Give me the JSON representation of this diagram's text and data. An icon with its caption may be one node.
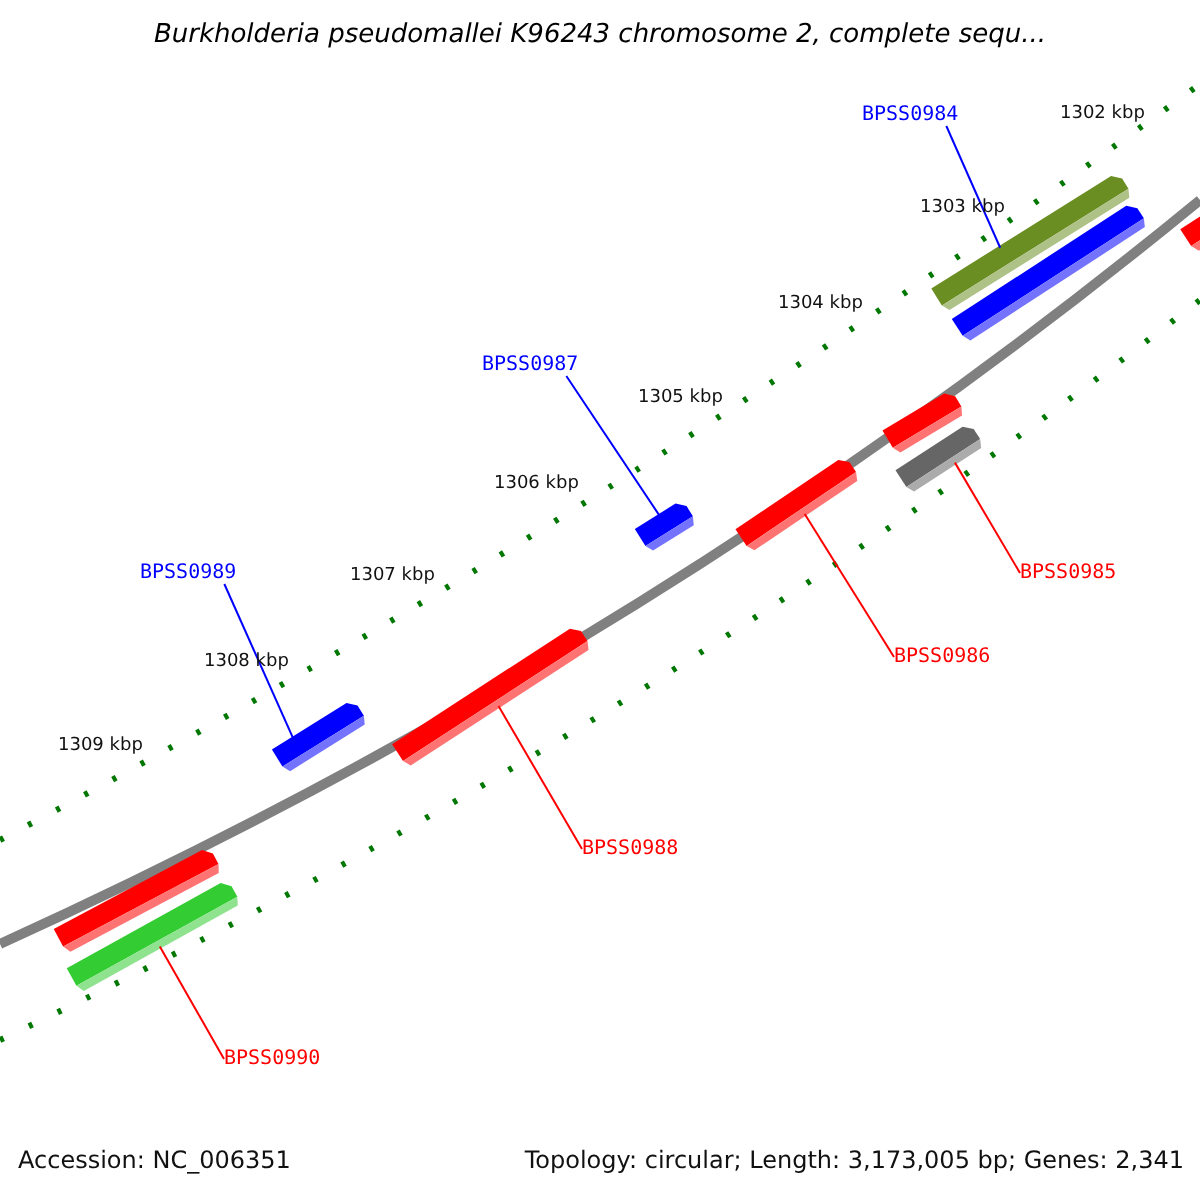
{
  "diagram": {
    "title": "Burkholderia pseudomallei K96243 chromosome 2, complete sequ...",
    "nodes": [
      {
        "text": [
          "BPSS0984"
        ]
      },
      {
        "text": [],
        "shape": "bar"
      },
      {
        "text": [],
        "shape": "bar"
      },
      {
        "text": [],
        "shape": "bar"
      },
      {
        "text": [
          "BPSS0987"
        ]
      },
      {
        "text": [],
        "shape": "bar"
      },
      {
        "text": [],
        "shape": "bar"
      },
      {
        "text": [],
        "shape": "bar"
      },
      {
        "text": [],
        "shape": "bar"
      },
      {
        "text": [
          "BPSS0985"
        ]
      },
      {
        "text": [
          "BPSS0989"
        ]
      },
      {
        "text": [
          "BPSS0986"
        ]
      },
      {
        "text": [],
        "shape": "bar"
      },
      {
        "text": [],
        "shape": "bar"
      },
      {
        "text": [
          "BPSS0988"
        ]
      },
      {
        "text": [],
        "shape": "bar"
      },
      {
        "text": [],
        "shape": "bar"
      },
      {
        "text": [
          "BPSS0990"
        ]
      }
    ],
    "edges": [
      {
        "from": 0,
        "to": 1,
        "arrow": "none",
        "color": "#0000ff"
      },
      {
        "from": 4,
        "to": 7,
        "arrow": "none",
        "color": "#0000ff"
      },
      {
        "from": 9,
        "to": 6,
        "arrow": "none"
      },
      {
        "from": 10,
        "to": 13,
        "arrow": "none",
        "color": "#0000ff"
      },
      {
        "from": 11,
        "to": 8,
        "arrow": "none"
      },
      {
        "from": 14,
        "to": 12,
        "arrow": "none"
      },
      {
        "from": 17,
        "to": 16,
        "arrow": "none"
      }
    ],
    "labels": [
      "1302 kbp",
      "1303 kbp",
      "1304 kbp",
      "1305 kbp",
      "1306 kbp",
      "1307 kbp",
      "1308 kbp",
      "1309 kbp",
      "Accession: NC_006351",
      "Topology: circular; Length: 3,173,005 bp; Genes: 2,341"
    ]
  }
}
